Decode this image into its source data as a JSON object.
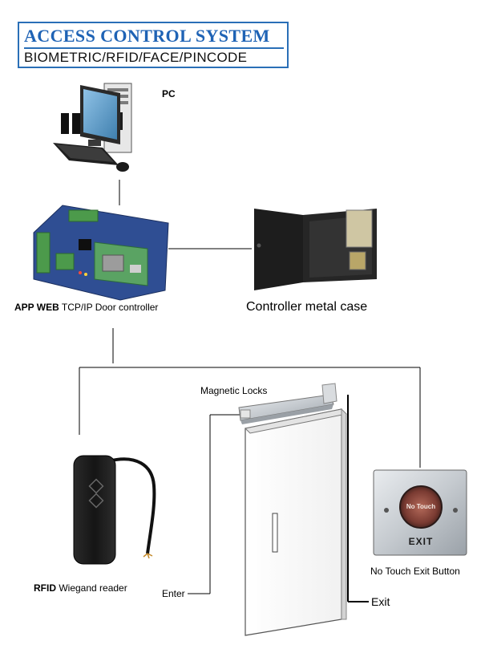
{
  "header": {
    "title": "ACCESS CONTROL SYSTEM",
    "subtitle": "BIOMETRIC/RFID/FACE/PINCODE"
  },
  "labels": {
    "pc": "PC",
    "controller_bold": "APP WEB",
    "controller_rest": " TCP/IP Door controller",
    "metal_case": "Controller metal case",
    "magnetic_locks": "Magnetic Locks",
    "rfid_bold": "RFID",
    "rfid_rest": " Wiegand reader",
    "enter": "Enter",
    "exit": "Exit",
    "exit_button_caption": "No Touch Exit Button",
    "button_face_text": "No Touch",
    "button_plate_text": "EXIT"
  },
  "colors": {
    "title_blue": "#1f63b5",
    "line": "#000000"
  }
}
